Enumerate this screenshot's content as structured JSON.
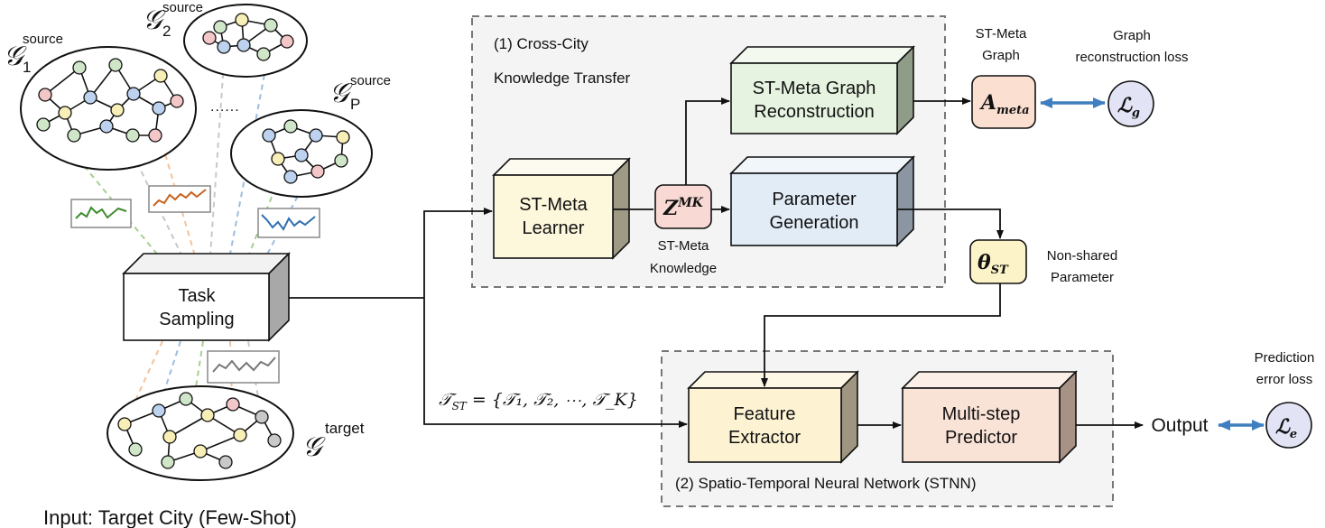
{
  "graphs": {
    "source1": {
      "symbol": "𝒢",
      "sub": "1",
      "sup": "source"
    },
    "source2": {
      "symbol": "𝒢",
      "sub": "2",
      "sup": "source"
    },
    "sourceP": {
      "symbol": "𝒢",
      "sub": "P",
      "sup": "source"
    },
    "target": {
      "symbol": "𝒢",
      "sup": "target"
    },
    "ellipsis": "......"
  },
  "input_caption": "Input: Target City (Few-Shot)",
  "task_sampling": {
    "line1": "Task",
    "line2": "Sampling"
  },
  "task_set": "𝒯",
  "task_set_sub": "ST",
  "task_set_rest": " = {𝒯₁, 𝒯₂, ⋯, 𝒯_K}",
  "transfer_region": {
    "line1": "(1) Cross-City",
    "line2": "Knowledge Transfer"
  },
  "stnn_region": "(2) Spatio-Temporal Neural Network (STNN)",
  "boxes": {
    "learner": {
      "line1": "ST-Meta",
      "line2": "Learner"
    },
    "reconstruction": {
      "line1": "ST-Meta Graph",
      "line2": "Reconstruction"
    },
    "generation": {
      "line1": "Parameter",
      "line2": "Generation"
    },
    "extractor": {
      "line1": "Feature",
      "line2": "Extractor"
    },
    "predictor": {
      "line1": "Multi-step",
      "line2": "Predictor"
    }
  },
  "zmk": {
    "base": "Z",
    "sup": "MK"
  },
  "zmk_caption": {
    "line1": "ST-Meta",
    "line2": "Knowledge"
  },
  "a_meta": {
    "base": "A",
    "sub": "meta"
  },
  "a_meta_caption": {
    "line1": "ST-Meta",
    "line2": "Graph"
  },
  "graph_loss": {
    "base": "ℒ",
    "sub": "g"
  },
  "graph_loss_caption": {
    "line1": "Graph",
    "line2": "reconstruction loss"
  },
  "theta": {
    "base": "θ",
    "sub": "ST"
  },
  "theta_caption": {
    "line1": "Non-shared",
    "line2": "Parameter"
  },
  "output": "Output",
  "error_loss": {
    "base": "ℒ",
    "sub": "e"
  },
  "error_loss_caption": {
    "line1": "Prediction",
    "line2": "error loss"
  },
  "colors": {
    "learner": "#fdf7dc",
    "reconstruction": "#e6f3e0",
    "generation": "#e2ecf7",
    "extractor": "#fdf3d3",
    "predictor": "#f9e2d6",
    "zmk": "#f8d9d3",
    "a_meta": "#fbe0d2",
    "theta": "#fdf3c8",
    "loss": "#e2e4f6",
    "arrow_double": "#3f7fbf",
    "node_green": "#cfe6c8",
    "node_blue": "#bcd2ee",
    "node_pink": "#f3c6c8",
    "node_yellow": "#f7efb6",
    "node_grey": "#c9c9c9"
  }
}
